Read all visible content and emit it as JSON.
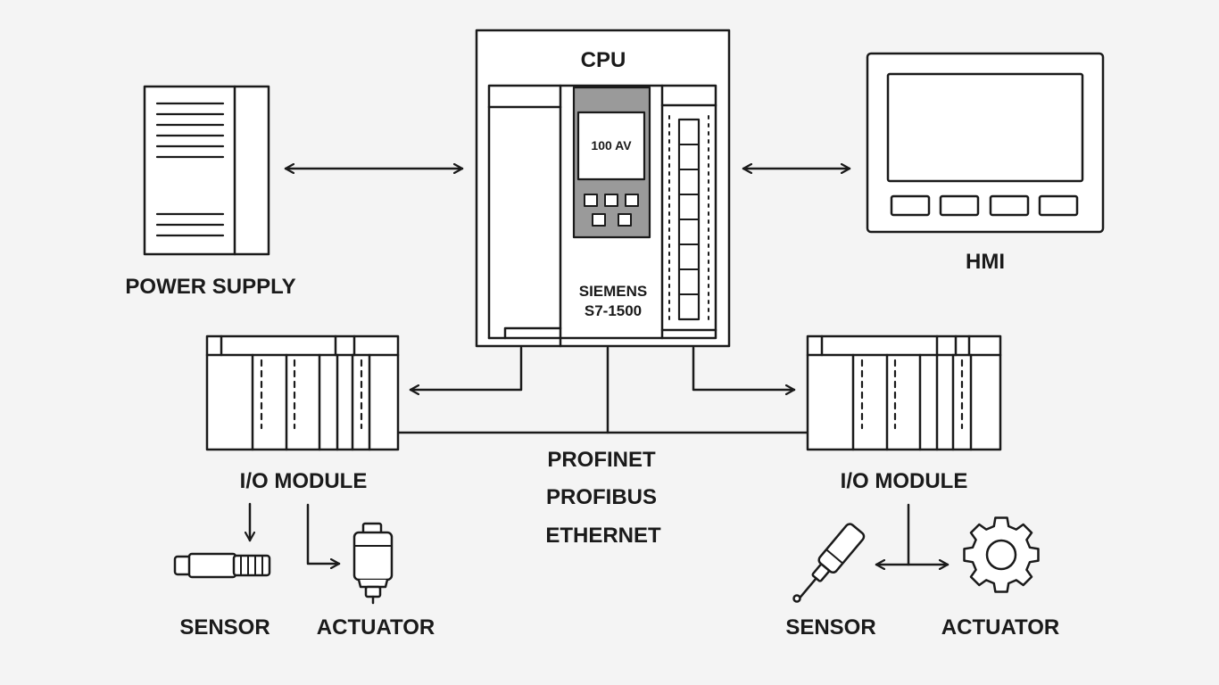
{
  "labels": {
    "cpu_title": "CPU",
    "display_text": "100 AV",
    "brand_line1": "SIEMENS",
    "brand_line2": "S7-1500",
    "power_supply": "POWER SUPPLY",
    "hmi": "HMI",
    "io_left": "I/O MODULE",
    "io_right": "I/O MODULE",
    "network_1": "PROFINET",
    "network_2": "PROFIBUS",
    "network_3": "ETHERNET",
    "sensor_left": "SENSOR",
    "actuator_left": "ACTUATOR",
    "sensor_right": "SENSOR",
    "actuator_right": "ACTUATOR"
  },
  "icons": {
    "power_supply": "power-supply-icon",
    "cpu": "plc-cpu-icon",
    "hmi": "hmi-panel-icon",
    "io_module": "io-module-rack-icon",
    "sensor_cylinder": "cylindrical-sensor-icon",
    "actuator_valve": "solenoid-actuator-icon",
    "sensor_probe": "probe-sensor-icon",
    "actuator_gear": "gear-icon"
  },
  "colors": {
    "background": "#f4f4f4",
    "stroke": "#1a1a1a",
    "panel_fill": "#ffffff",
    "display_bezel": "#9a9a9a"
  }
}
